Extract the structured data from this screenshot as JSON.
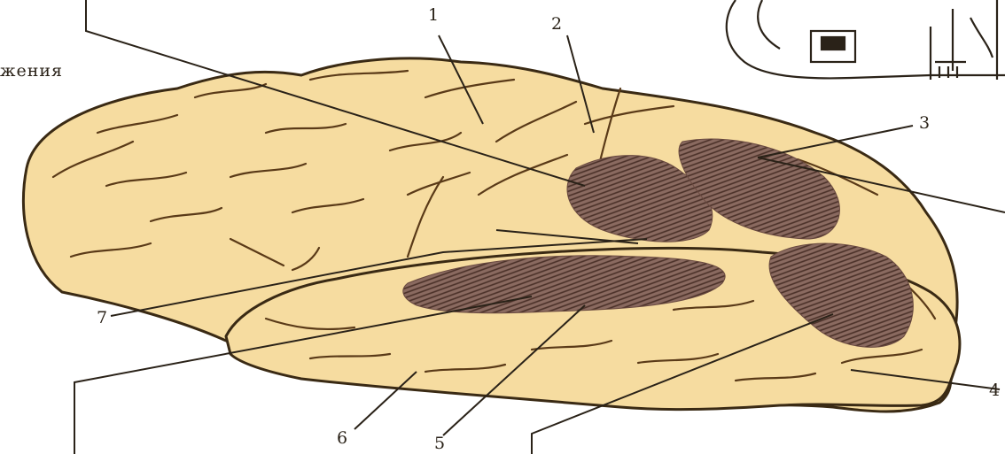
{
  "caption_fragment": "жения",
  "labels": {
    "l1": "1",
    "l2": "2",
    "l3": "3",
    "l4": "4",
    "l5": "5",
    "l6": "6",
    "l7": "7"
  },
  "colors": {
    "brain_fill": "#f6dca0",
    "outline": "#3a2a14",
    "hatch_area": "#8a6a60",
    "leader_line": "#2a2218"
  },
  "icons": {
    "top_right_fragment": "device-drawing-fragment"
  }
}
